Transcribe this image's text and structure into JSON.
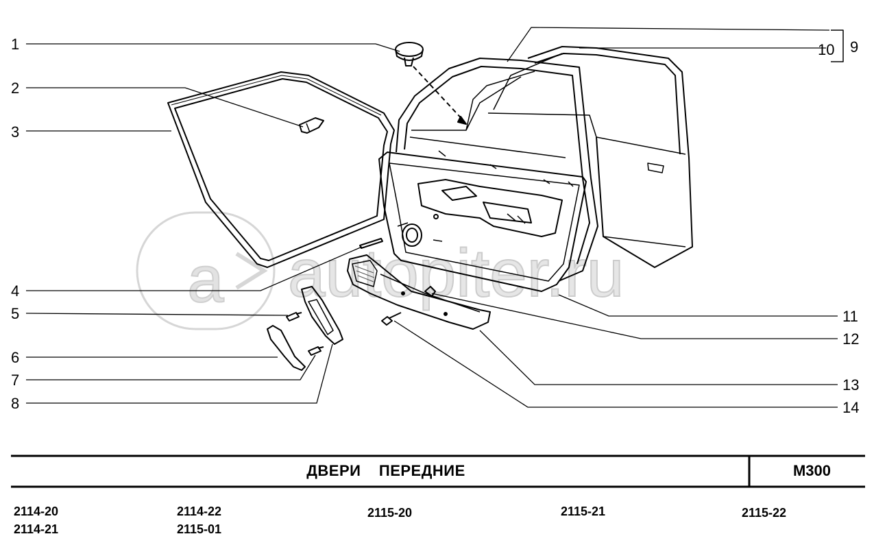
{
  "diagram": {
    "title": "ДВЕРИ    ПЕРЕДНИЕ",
    "code": "M300",
    "watermark": "autopiter.ru",
    "callouts": [
      "1",
      "2",
      "3",
      "4",
      "5",
      "6",
      "7",
      "8",
      "9",
      "10",
      "11",
      "12",
      "13",
      "14"
    ],
    "models": [
      "2114-20",
      "2114-21",
      "2114-22",
      "2115-01",
      "2115-20",
      "2115-21",
      "2115-22"
    ]
  },
  "colors": {
    "ink": "#000000",
    "watermark": "#d8d8d8",
    "hatch": "#555555"
  }
}
